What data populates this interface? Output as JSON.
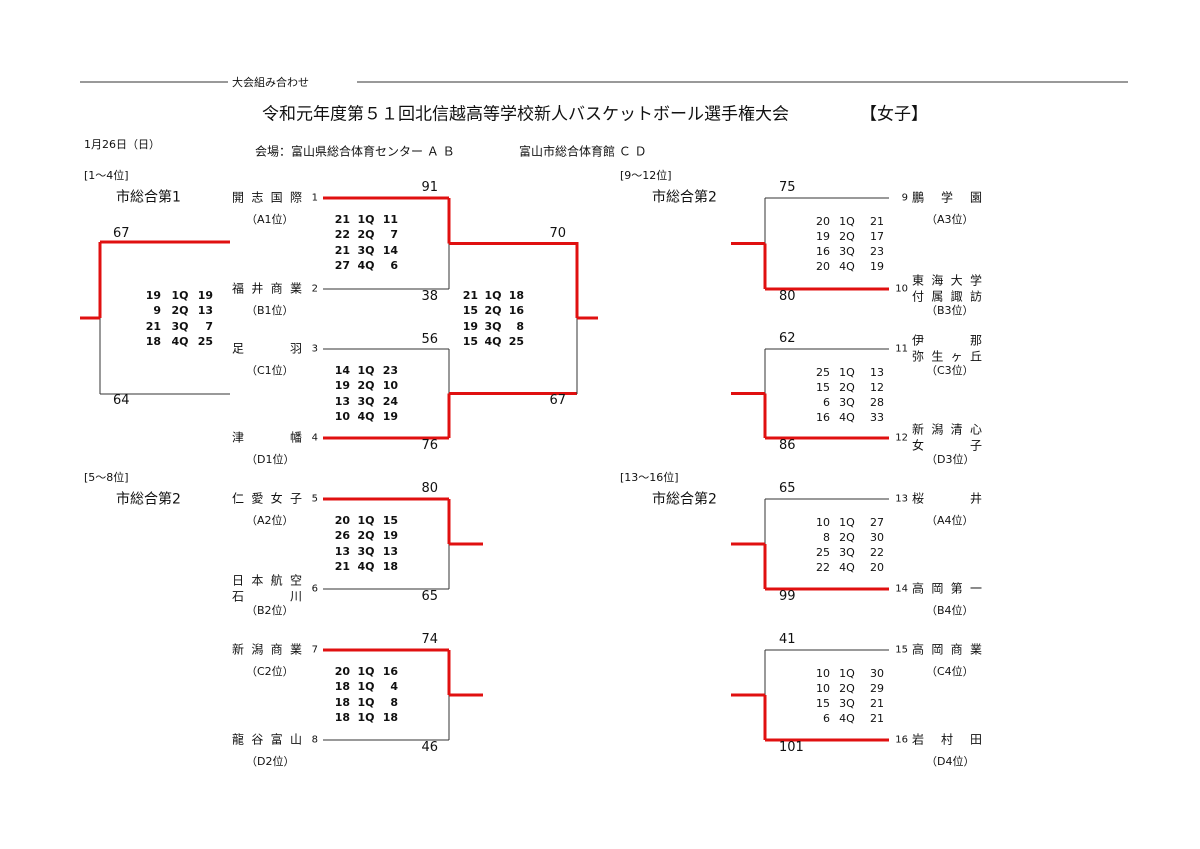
{
  "header": {
    "section_label": "大会組み合わせ",
    "title": "令和元年度第５１回北信越高等学校新人バスケットボール選手権大会",
    "gender_label": "【女子】",
    "date": "1月26日（日）",
    "venue_1": "会場：富山県総合体育センター Ａ Ｂ",
    "venue_2": "富山市総合体育館 Ｃ Ｄ"
  },
  "colors": {
    "winner_line": "#e01010",
    "line": "#333333"
  },
  "brackets": [
    {
      "label": "[1～4位]",
      "court": "市総合第1",
      "teams": [
        {
          "seed": "1",
          "name": [
            "開 志 国 際"
          ],
          "rank": "（A1位）"
        },
        {
          "seed": "2",
          "name": [
            "福 井 商 業"
          ],
          "rank": "（B1位）"
        },
        {
          "seed": "3",
          "name": [
            "足 羽"
          ],
          "rank": "（C1位）"
        },
        {
          "seed": "4",
          "name": [
            "津 幡"
          ],
          "rank": "（D1位）"
        }
      ],
      "games": [
        {
          "top_score": "91",
          "bottom_score": "38",
          "quarters": [
            [
              "21",
              "1Q",
              "11"
            ],
            [
              "22",
              "2Q",
              "7"
            ],
            [
              "21",
              "3Q",
              "14"
            ],
            [
              "27",
              "4Q",
              "6"
            ]
          ]
        },
        {
          "top_score": "56",
          "bottom_score": "76",
          "quarters": [
            [
              "14",
              "1Q",
              "23"
            ],
            [
              "19",
              "2Q",
              "10"
            ],
            [
              "13",
              "3Q",
              "24"
            ],
            [
              "10",
              "4Q",
              "19"
            ]
          ]
        },
        {
          "top_score": "70",
          "bottom_score": "67",
          "quarters": [
            [
              "21",
              "1Q",
              "18"
            ],
            [
              "15",
              "2Q",
              "16"
            ],
            [
              "19",
              "3Q",
              "8"
            ],
            [
              "15",
              "4Q",
              "25"
            ]
          ]
        },
        {
          "top_score": "67",
          "bottom_score": "64",
          "quarters": [
            [
              "19",
              "1Q",
              "19"
            ],
            [
              "9",
              "2Q",
              "13"
            ],
            [
              "21",
              "3Q",
              "7"
            ],
            [
              "18",
              "4Q",
              "25"
            ]
          ]
        }
      ]
    },
    {
      "label": "[5～8位]",
      "court": "市総合第2",
      "teams": [
        {
          "seed": "5",
          "name": [
            "仁 愛 女 子"
          ],
          "rank": "（A2位）"
        },
        {
          "seed": "6",
          "name": [
            "日 本 航 空",
            "石 川"
          ],
          "rank": "（B2位）"
        },
        {
          "seed": "7",
          "name": [
            "新 潟 商 業"
          ],
          "rank": "（C2位）"
        },
        {
          "seed": "8",
          "name": [
            "龍 谷 富 山"
          ],
          "rank": "（D2位）"
        }
      ],
      "games": [
        {
          "top_score": "80",
          "bottom_score": "65",
          "quarters": [
            [
              "20",
              "1Q",
              "15"
            ],
            [
              "26",
              "2Q",
              "19"
            ],
            [
              "13",
              "3Q",
              "13"
            ],
            [
              "21",
              "4Q",
              "18"
            ]
          ]
        },
        {
          "top_score": "74",
          "bottom_score": "46",
          "quarters": [
            [
              "20",
              "1Q",
              "16"
            ],
            [
              "18",
              "1Q",
              "4"
            ],
            [
              "18",
              "1Q",
              "8"
            ],
            [
              "18",
              "1Q",
              "18"
            ]
          ]
        }
      ]
    },
    {
      "label": "[9～12位]",
      "court": "市総合第2",
      "teams": [
        {
          "seed": "9",
          "name": [
            "鵬 学 園"
          ],
          "rank": "（A3位）"
        },
        {
          "seed": "10",
          "name": [
            "東 海 大 学",
            "付 属 諏 訪"
          ],
          "rank": "（B3位）"
        },
        {
          "seed": "11",
          "name": [
            "伊 那",
            "弥 生 ヶ 丘"
          ],
          "rank": "（C3位）"
        },
        {
          "seed": "12",
          "name": [
            "新 潟 清 心",
            "女 子"
          ],
          "rank": "（D3位）"
        }
      ],
      "games": [
        {
          "top_score": "75",
          "bottom_score": "80",
          "quarters": [
            [
              "20",
              "1Q",
              "21"
            ],
            [
              "19",
              "2Q",
              "17"
            ],
            [
              "16",
              "3Q",
              "23"
            ],
            [
              "20",
              "4Q",
              "19"
            ]
          ]
        },
        {
          "top_score": "62",
          "bottom_score": "86",
          "quarters": [
            [
              "25",
              "1Q",
              "13"
            ],
            [
              "15",
              "2Q",
              "12"
            ],
            [
              "6",
              "3Q",
              "28"
            ],
            [
              "16",
              "4Q",
              "33"
            ]
          ]
        }
      ]
    },
    {
      "label": "[13～16位]",
      "court": "市総合第2",
      "teams": [
        {
          "seed": "13",
          "name": [
            "桜 井"
          ],
          "rank": "（A4位）"
        },
        {
          "seed": "14",
          "name": [
            "高 岡 第 一"
          ],
          "rank": "（B4位）"
        },
        {
          "seed": "15",
          "name": [
            "高 岡 商 業"
          ],
          "rank": "（C4位）"
        },
        {
          "seed": "16",
          "name": [
            "岩 村 田"
          ],
          "rank": "（D4位）"
        }
      ],
      "games": [
        {
          "top_score": "65",
          "bottom_score": "99",
          "quarters": [
            [
              "10",
              "1Q",
              "27"
            ],
            [
              "8",
              "2Q",
              "30"
            ],
            [
              "25",
              "3Q",
              "22"
            ],
            [
              "22",
              "4Q",
              "20"
            ]
          ]
        },
        {
          "top_score": "41",
          "bottom_score": "101",
          "quarters": [
            [
              "10",
              "1Q",
              "30"
            ],
            [
              "10",
              "2Q",
              "29"
            ],
            [
              "15",
              "3Q",
              "21"
            ],
            [
              "6",
              "4Q",
              "21"
            ]
          ]
        }
      ]
    }
  ]
}
